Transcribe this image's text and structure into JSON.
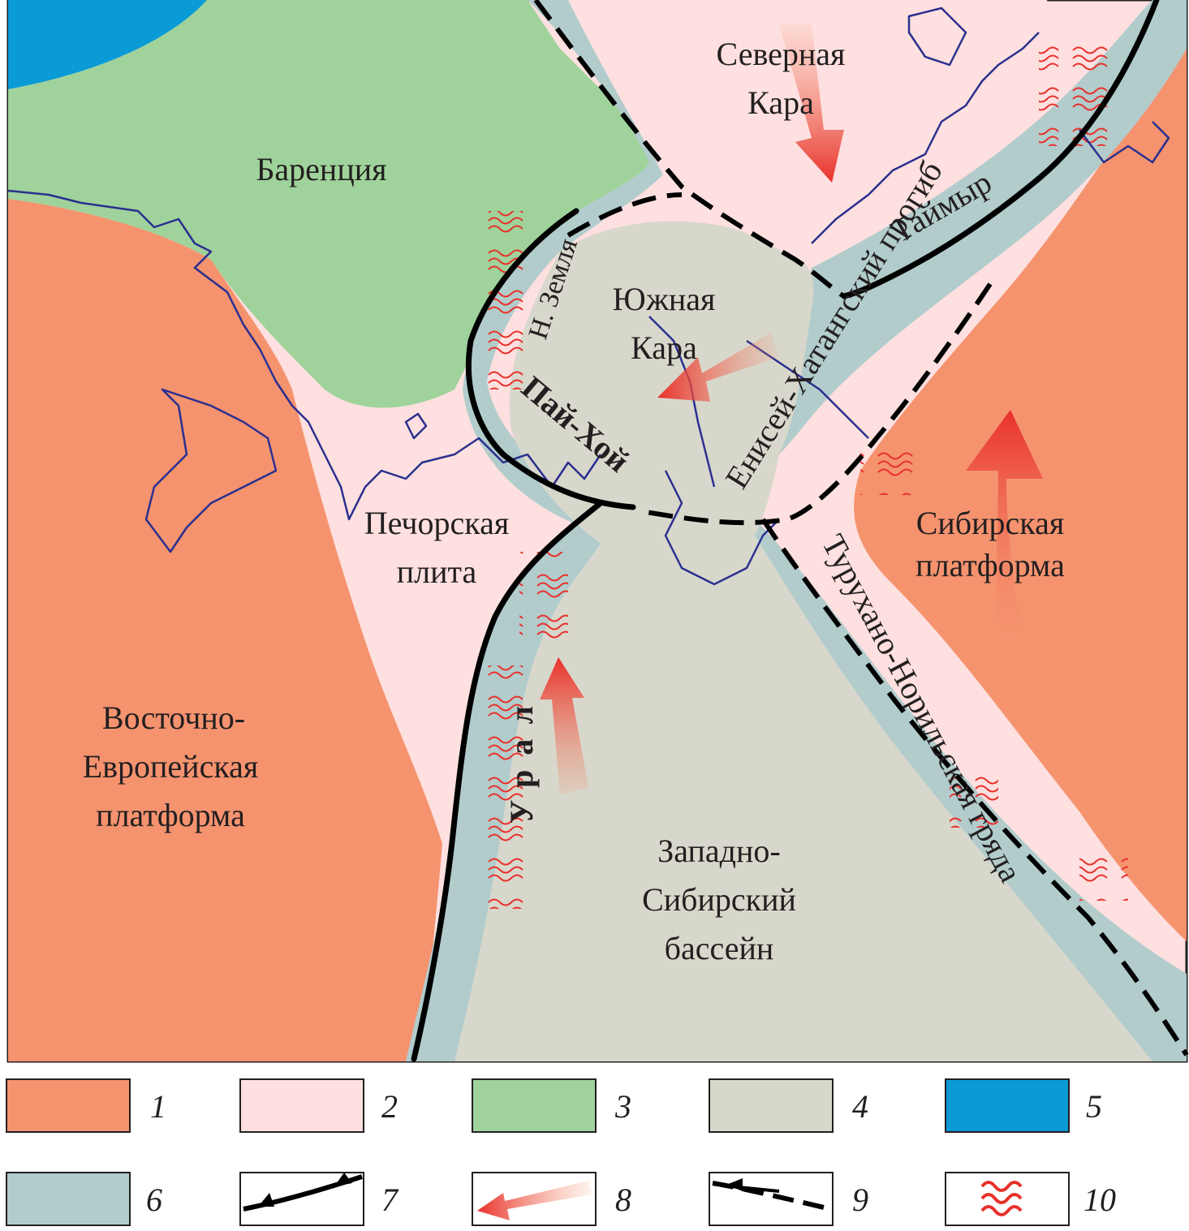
{
  "colors": {
    "platform": "#f5936f",
    "plate": "#fde0df",
    "barentsia": "#9fd39b",
    "basin": "#d8d7cc",
    "ocean": "#0a9bd6",
    "fold_belt": "#b2cccc",
    "deformation": "#e8302a",
    "coast": "#2b2f8f"
  },
  "regions": {
    "north_kara": [
      "Северная",
      "Кара"
    ],
    "barentsia": "Баренция",
    "south_kara": [
      "Южная",
      "Кара"
    ],
    "novaya_zemlya": "Н. Земля",
    "taimyr": "Таймыр",
    "yenisei_khatanga": "Енисей-Хатангский прогиб",
    "pai_khoi": "Пай-Хой",
    "pechora": [
      "Печорская",
      "плита"
    ],
    "siberian_platform": [
      "Сибирская",
      "платформа"
    ],
    "turukhan_norilsk": "Турухано-Норильская гряда",
    "ural": "Урал",
    "east_european": [
      "Восточно-",
      "Европейская",
      "платформа"
    ],
    "west_siberian": [
      "Западно-",
      "Сибирский",
      "бассейн"
    ]
  },
  "legend": [
    {
      "num": "1",
      "symbol": "fill-platform"
    },
    {
      "num": "2",
      "symbol": "fill-plate"
    },
    {
      "num": "3",
      "symbol": "fill-barentsia"
    },
    {
      "num": "4",
      "symbol": "fill-basin"
    },
    {
      "num": "5",
      "symbol": "fill-ocean"
    },
    {
      "num": "6",
      "symbol": "fill-fold-belt"
    },
    {
      "num": "7",
      "symbol": "thrust-line"
    },
    {
      "num": "8",
      "symbol": "motion-arrow"
    },
    {
      "num": "9",
      "symbol": "strike-slip-fault"
    },
    {
      "num": "10",
      "symbol": "deformation-waves"
    }
  ]
}
